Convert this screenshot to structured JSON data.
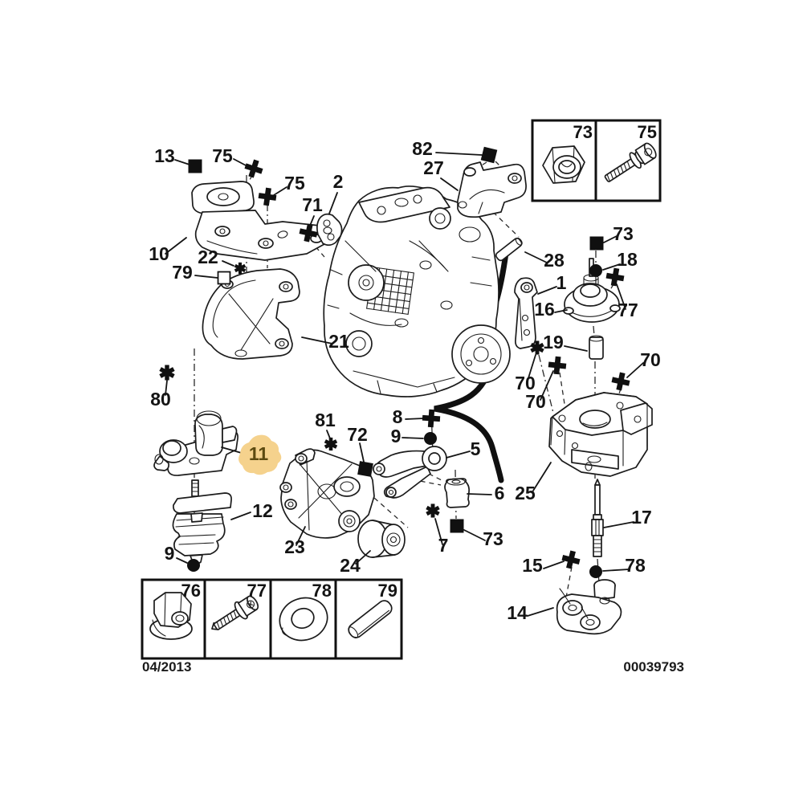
{
  "footer": {
    "date": "04/2013",
    "drawing_number": "00039793"
  },
  "highlight": {
    "highlighted_part": "11",
    "color": "#f5d28d",
    "text_color": "#5c4a10"
  },
  "callouts": {
    "1": "1",
    "2": "2",
    "5": "5",
    "6": "6",
    "7": "7",
    "8": "8",
    "9": "9",
    "10": "10",
    "11": "11",
    "12": "12",
    "13": "13",
    "14": "14",
    "15": "15",
    "16": "16",
    "17": "17",
    "18": "18",
    "19": "19",
    "21": "21",
    "22": "22",
    "23": "23",
    "24": "24",
    "25": "25",
    "27": "27",
    "28": "28",
    "70": "70",
    "71": "71",
    "72": "72",
    "73": "73",
    "75": "75",
    "76": "76",
    "77": "77",
    "78": "78",
    "79": "79",
    "80": "80",
    "81": "81",
    "82": "82"
  },
  "insets": {
    "top_right": {
      "cells": [
        {
          "number": "73",
          "icon": "lock-nut-icon"
        },
        {
          "number": "75",
          "icon": "shoulder-bolt-icon"
        }
      ]
    },
    "bottom_left": {
      "cells": [
        {
          "number": "76",
          "icon": "flange-nut-icon"
        },
        {
          "number": "77",
          "icon": "torx-screw-washer-icon"
        },
        {
          "number": "78",
          "icon": "flat-washer-icon"
        },
        {
          "number": "79",
          "icon": "roll-pin-icon"
        }
      ]
    }
  },
  "symbol_key": {
    "filled_square": "fastener-marker-square",
    "filled_circle": "fastener-marker-dot",
    "cross": "bolt-marker-cross",
    "star": "screw-marker-star",
    "open_square": "clip-marker-open-square"
  }
}
